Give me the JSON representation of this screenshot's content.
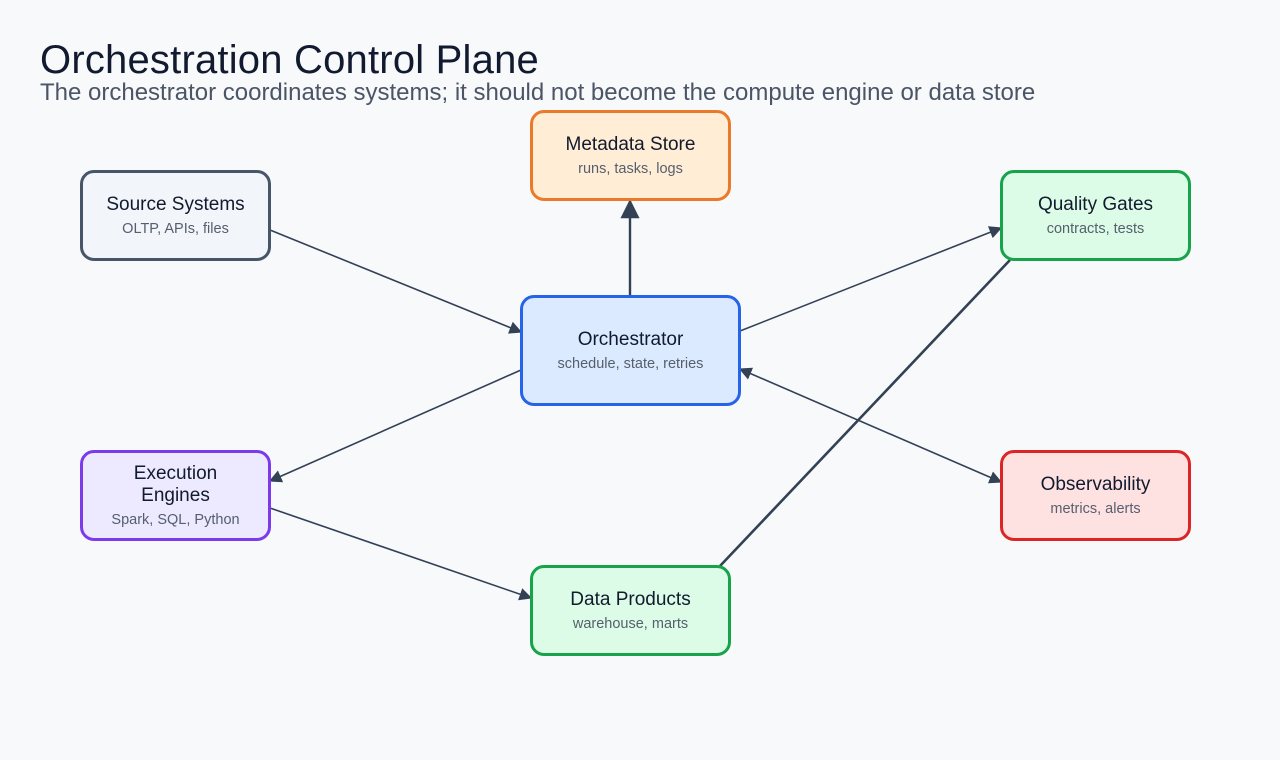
{
  "header": {
    "title": "Orchestration Control Plane",
    "subtitle": "The orchestrator coordinates systems; it should not become the compute engine or data store"
  },
  "nodes": {
    "source": {
      "title": "Source Systems",
      "subtitle": "OLTP, APIs, files",
      "fill": "#f2f5f9",
      "stroke": "#475569"
    },
    "metadata": {
      "title": "Metadata Store",
      "subtitle": "runs, tasks, logs",
      "fill": "#ffedd5",
      "stroke": "#ea7a2a"
    },
    "quality": {
      "title": "Quality Gates",
      "subtitle": "contracts, tests",
      "fill": "#dcfce7",
      "stroke": "#16a34a"
    },
    "orchestrator": {
      "title": "Orchestrator",
      "subtitle": "schedule, state, retries",
      "fill": "#dbeafe",
      "stroke": "#2563eb"
    },
    "execution": {
      "title": "Execution Engines",
      "subtitle": "Spark, SQL, Python",
      "fill": "#ede9fe",
      "stroke": "#7c3aed"
    },
    "observability": {
      "title": "Observability",
      "subtitle": "metrics, alerts",
      "fill": "#fee2e2",
      "stroke": "#dc2626"
    },
    "products": {
      "title": "Data Products",
      "subtitle": "warehouse, marts",
      "fill": "#dcfce7",
      "stroke": "#16a34a"
    }
  },
  "edges": [
    {
      "from": "source",
      "to": "orchestrator"
    },
    {
      "from": "orchestrator",
      "to": "metadata"
    },
    {
      "from": "orchestrator",
      "to": "quality"
    },
    {
      "from": "orchestrator",
      "to": "execution"
    },
    {
      "from": "orchestrator",
      "to": "observability",
      "bidirectional": true
    },
    {
      "from": "execution",
      "to": "products"
    },
    {
      "from": "products",
      "to": "quality"
    }
  ],
  "colors": {
    "background": "#f7f9fb",
    "edge": "#334155",
    "title": "#111a2e",
    "subtitle": "#4b5566"
  }
}
